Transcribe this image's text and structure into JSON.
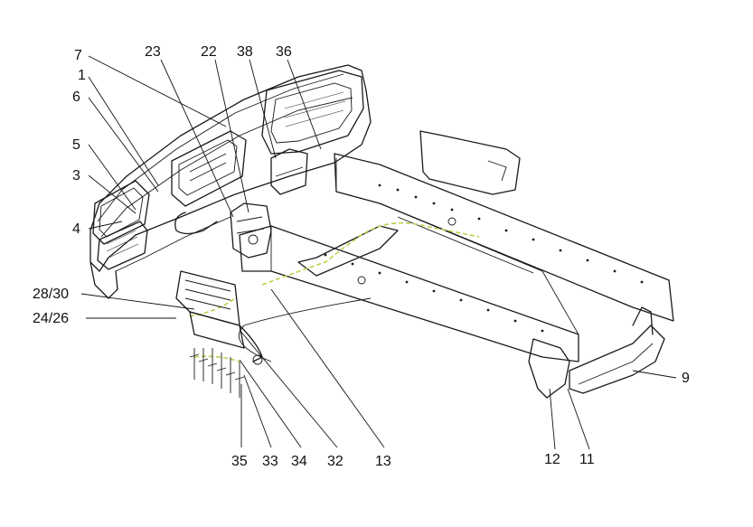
{
  "colors": {
    "line": "#1a1a1a",
    "harness": "#b8d24a",
    "background": "#ffffff"
  },
  "callouts": [
    {
      "id": "c7",
      "text": "7"
    },
    {
      "id": "c1",
      "text": "1"
    },
    {
      "id": "c6",
      "text": "6"
    },
    {
      "id": "c5",
      "text": "5"
    },
    {
      "id": "c3",
      "text": "3"
    },
    {
      "id": "c4",
      "text": "4"
    },
    {
      "id": "c23",
      "text": "23"
    },
    {
      "id": "c22",
      "text": "22"
    },
    {
      "id": "c38",
      "text": "38"
    },
    {
      "id": "c36",
      "text": "36"
    },
    {
      "id": "c2830",
      "text": "28/30"
    },
    {
      "id": "c2426",
      "text": "24/26"
    },
    {
      "id": "c35",
      "text": "35"
    },
    {
      "id": "c33",
      "text": "33"
    },
    {
      "id": "c34",
      "text": "34"
    },
    {
      "id": "c32",
      "text": "32"
    },
    {
      "id": "c13",
      "text": "13"
    },
    {
      "id": "c12",
      "text": "12"
    },
    {
      "id": "c11",
      "text": "11"
    },
    {
      "id": "c9",
      "text": "9"
    }
  ]
}
